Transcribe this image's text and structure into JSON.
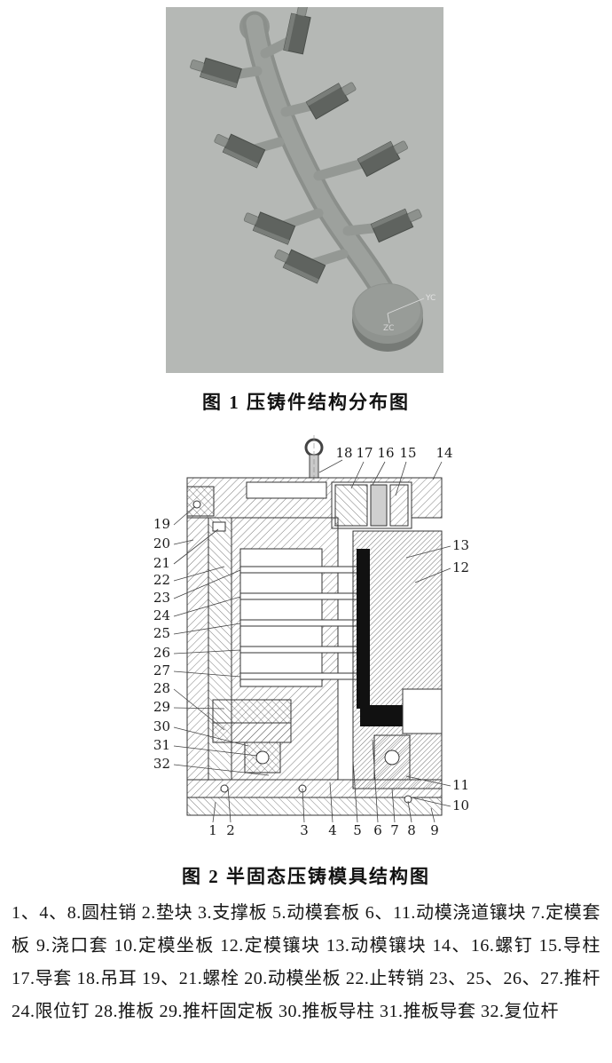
{
  "figure1": {
    "caption": "图 1  压铸件结构分布图",
    "bg_color": "#b5b8b5",
    "runner_color": "#999d99",
    "part_color": "#5f635f",
    "axis": {
      "yc": "YC",
      "zc": "ZC"
    }
  },
  "figure2": {
    "caption": "图 2  半固态压铸模具结构图",
    "top_labels": [
      "18",
      "17",
      "16",
      "15",
      "14"
    ],
    "left_labels": [
      "19",
      "20",
      "21",
      "22",
      "23",
      "24",
      "25",
      "26",
      "27",
      "28",
      "29",
      "30",
      "31",
      "32"
    ],
    "right_labels": [
      "13",
      "12"
    ],
    "bottom_right_labels": [
      "11",
      "10"
    ],
    "bottom_labels": [
      "1",
      "2",
      "3",
      "4",
      "5",
      "6",
      "7",
      "8",
      "9"
    ]
  },
  "parts_list": {
    "text": "1、4、8.圆柱销  2.垫块  3.支撑板  5.动模套板  6、11.动模浇道镶块  7.定模套板  9.浇口套  10.定模坐板  12.定模镶块  13.动模镶块  14、16.螺钉  15.导柱  17.导套  18.吊耳  19、21.螺栓  20.动模坐板  22.止转销  23、25、26、27.推杆  24.限位钉  28.推板  29.推杆固定板  30.推板导柱  31.推板导套  32.复位杆"
  }
}
